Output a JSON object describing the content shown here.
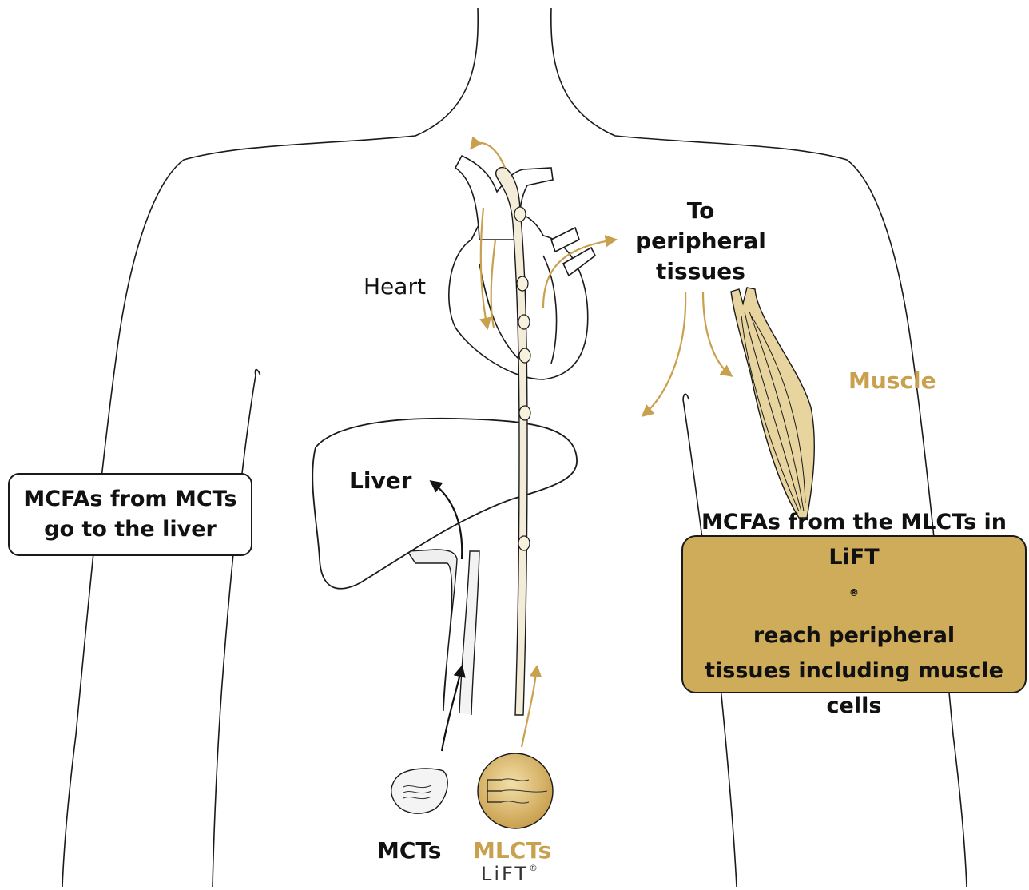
{
  "labels": {
    "heart": "Heart",
    "to_peripheral_line1": "To",
    "to_peripheral_line2": "peripheral",
    "to_peripheral_line3": "tissues",
    "muscle": "Muscle",
    "liver": "Liver",
    "mcts": "MCTs",
    "mlcts": "MLCTs",
    "lift_brand": "LiFT"
  },
  "left_box": {
    "line1": "MCFAs from MCTs",
    "line2": "go to the liver"
  },
  "right_box": {
    "line1": "MCFAs from the MLCTs in",
    "line2_a": "LiFT",
    "line2_b": " reach peripheral",
    "line3": "tissues including muscle",
    "line4": "cells"
  },
  "registered_mark": "®",
  "colors": {
    "gold": "#c9a04e",
    "gold_box": "#cfac5a",
    "vessel_fill": "#f3ecd8",
    "outline": "#1a1a1a"
  }
}
